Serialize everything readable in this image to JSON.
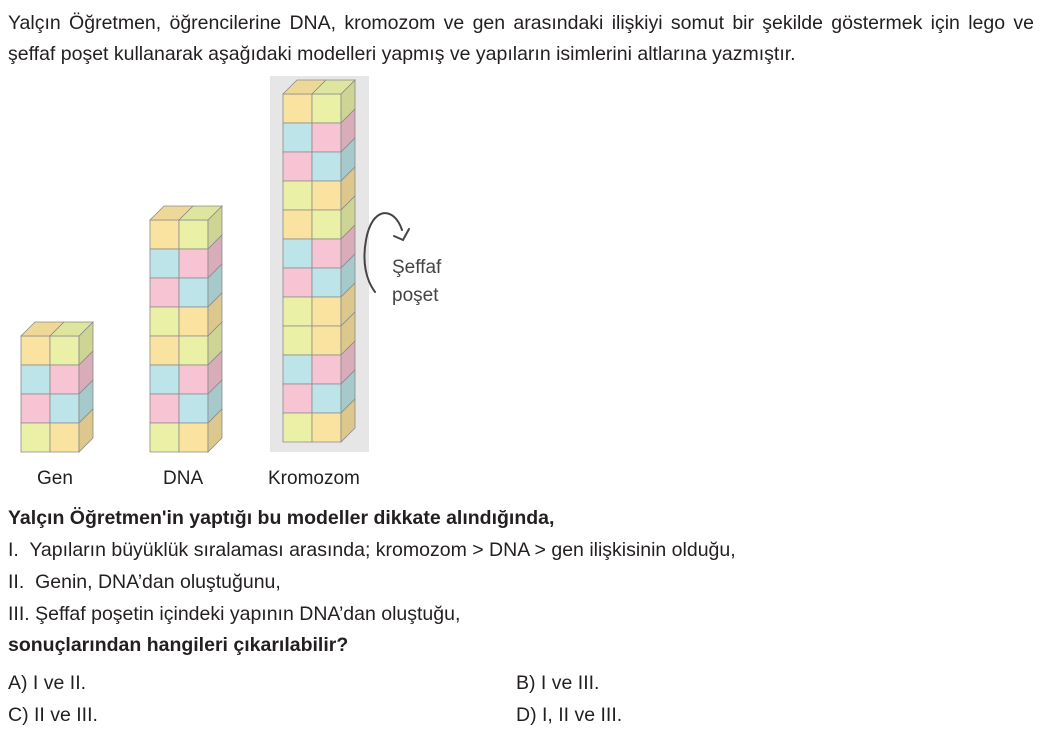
{
  "question": {
    "intro": "Yalçın Öğretmen, öğrencilerine DNA, kromozom ve gen arasındaki ilişkiyi somut bir şekilde göstermek için lego ve şeffaf poşet kullanarak aşağıdaki modelleri yapmış ve yapıların isimlerini altlarına yazmıştır.",
    "figure": {
      "labels": {
        "gen": "Gen",
        "dna": "DNA",
        "kromozom": "Kromozom"
      },
      "bag_note_line1": "Şeffaf",
      "bag_note_line2": "poşet",
      "colors": {
        "yellow": "#fae3a0",
        "green": "#eaf1a7",
        "blue": "#bde4e8",
        "pink": "#f6c4d2",
        "bag": "#e6e6e6"
      }
    },
    "stem": "Yalçın Öğretmen'in yaptığı bu modeller dikkate alındığında,",
    "statements": [
      {
        "num": "I.",
        "text": "Yapıların büyüklük sıralaması arasında; kromozom > DNA > gen ilişkisinin olduğu,"
      },
      {
        "num": "II.",
        "text": "Genin, DNA’dan oluştuğunu,"
      },
      {
        "num": "III.",
        "text": "Şeffaf poşetin içindeki yapının DNA’dan oluştuğu,"
      }
    ],
    "ask": "sonuçlarından hangileri çıkarılabilir?",
    "options": [
      {
        "letter": "A)",
        "text": "I ve II."
      },
      {
        "letter": "B)",
        "text": "I ve III."
      },
      {
        "letter": "C)",
        "text": "II ve III."
      },
      {
        "letter": "D)",
        "text": "I, II ve III."
      }
    ]
  }
}
